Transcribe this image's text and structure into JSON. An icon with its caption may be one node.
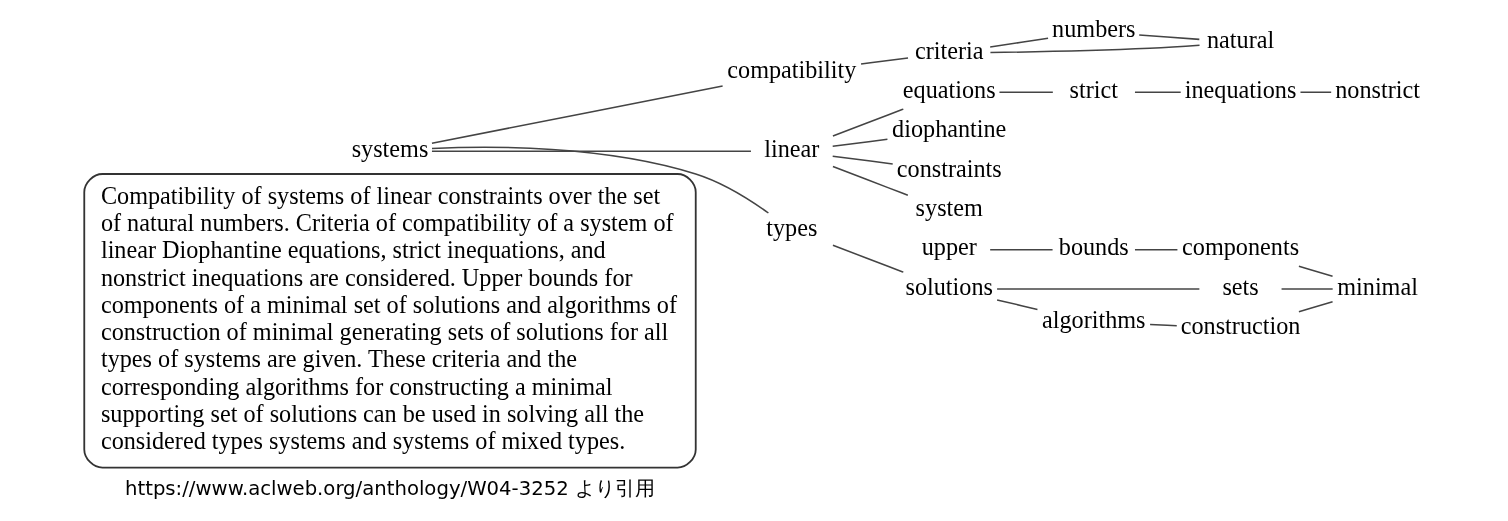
{
  "diagram": {
    "nodes": [
      {
        "text": [
          "Compatibility of systems of linear constraints over the set of natural numbers. Criteria of compatibility of a system of linear Diophantine equations, strict inequations, and nonstrict inequations are considered. Upper bounds for components of a minimal set of solutions and algorithms of construction of minimal generating sets of solutions for all types of systems are given. These criteria and the corresponding algorithms for constructing a minimal supporting set of solutions can be used in solving all the considered types systems and systems of mixed types."
        ]
      },
      {
        "text": [
          "systems"
        ]
      },
      {
        "text": [
          "compatibility"
        ]
      },
      {
        "text": [
          "criteria"
        ]
      },
      {
        "text": [
          "types"
        ]
      },
      {
        "text": [
          "linear"
        ]
      },
      {
        "text": [
          "system"
        ]
      },
      {
        "text": [
          "numbers"
        ]
      },
      {
        "text": [
          "natural"
        ]
      },
      {
        "text": [
          "diophantine"
        ]
      },
      {
        "text": [
          "constraints"
        ]
      },
      {
        "text": [
          "upper"
        ]
      },
      {
        "text": [
          "nonstrict"
        ]
      },
      {
        "text": [
          "equations"
        ]
      },
      {
        "text": [
          "bounds"
        ]
      },
      {
        "text": [
          "strict"
        ]
      },
      {
        "text": [
          "inequations"
        ]
      },
      {
        "text": [
          "components"
        ]
      },
      {
        "text": [
          "solutions"
        ]
      },
      {
        "text": [
          "algorithms"
        ]
      },
      {
        "text": [
          "construction"
        ]
      },
      {
        "text": [
          "sets"
        ]
      },
      {
        "text": [
          "minimal"
        ]
      }
    ],
    "edges": [
      {
        "from": 1,
        "to": 2,
        "arrow": "none"
      },
      {
        "from": 2,
        "to": 3,
        "arrow": "none"
      },
      {
        "from": 1,
        "to": 4,
        "arrow": "none"
      },
      {
        "from": 1,
        "to": 5,
        "arrow": "none"
      },
      {
        "from": 5,
        "to": 6,
        "arrow": "none"
      },
      {
        "from": 3,
        "to": 7,
        "arrow": "none"
      },
      {
        "from": 3,
        "to": 8,
        "arrow": "none"
      },
      {
        "from": 7,
        "to": 8,
        "arrow": "none"
      },
      {
        "from": 5,
        "to": 9,
        "arrow": "none"
      },
      {
        "from": 5,
        "to": 10,
        "arrow": "none"
      },
      {
        "from": 5,
        "to": 13,
        "arrow": "none"
      },
      {
        "from": 11,
        "to": 14,
        "arrow": "none"
      },
      {
        "from": 14,
        "to": 17,
        "arrow": "none"
      },
      {
        "from": 13,
        "to": 15,
        "arrow": "none"
      },
      {
        "from": 15,
        "to": 16,
        "arrow": "none"
      },
      {
        "from": 16,
        "to": 12,
        "arrow": "none"
      },
      {
        "from": 4,
        "to": 18,
        "arrow": "none"
      },
      {
        "from": 18,
        "to": 19,
        "arrow": "none"
      },
      {
        "from": 19,
        "to": 20,
        "arrow": "none"
      },
      {
        "from": 18,
        "to": 21,
        "arrow": "none"
      },
      {
        "from": 21,
        "to": 22,
        "arrow": "none"
      },
      {
        "from": 20,
        "to": 22,
        "arrow": "none"
      },
      {
        "from": 17,
        "to": 22,
        "arrow": "none"
      }
    ],
    "labels": [
      "https://www.aclweb.org/anthology/W04-3252 より引用"
    ]
  }
}
